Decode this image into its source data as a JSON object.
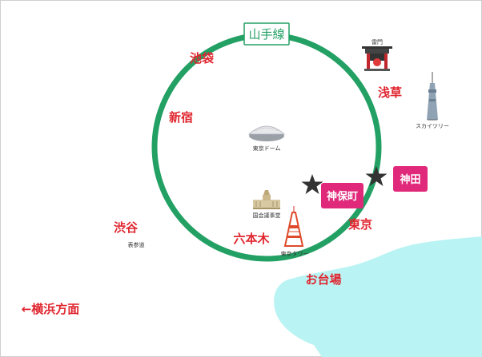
{
  "line": {
    "name": "山手線",
    "color": "#23a064"
  },
  "places": {
    "ikebukuro": "池袋",
    "shinjuku": "新宿",
    "shibuya": "渋谷",
    "roppongi": "六本木",
    "tokyo": "東京",
    "asakusa": "浅草",
    "odaiba": "お台場",
    "yokohama": "←横浜方面"
  },
  "landmarks": {
    "kaminarimon": "雷門",
    "skytree": "スカイツリー",
    "tokyo_dome": "東京ドーム",
    "diet": "国会議事堂",
    "tokyo_tower": "東京タワー",
    "omotesando": "表参道"
  },
  "markers": {
    "jimbocho": "神保町",
    "kanda": "神田"
  },
  "colors": {
    "place_text": "#e0262f",
    "marker_bg": "#e0297a",
    "star": "#333333",
    "sea": "#b9f3f3"
  }
}
